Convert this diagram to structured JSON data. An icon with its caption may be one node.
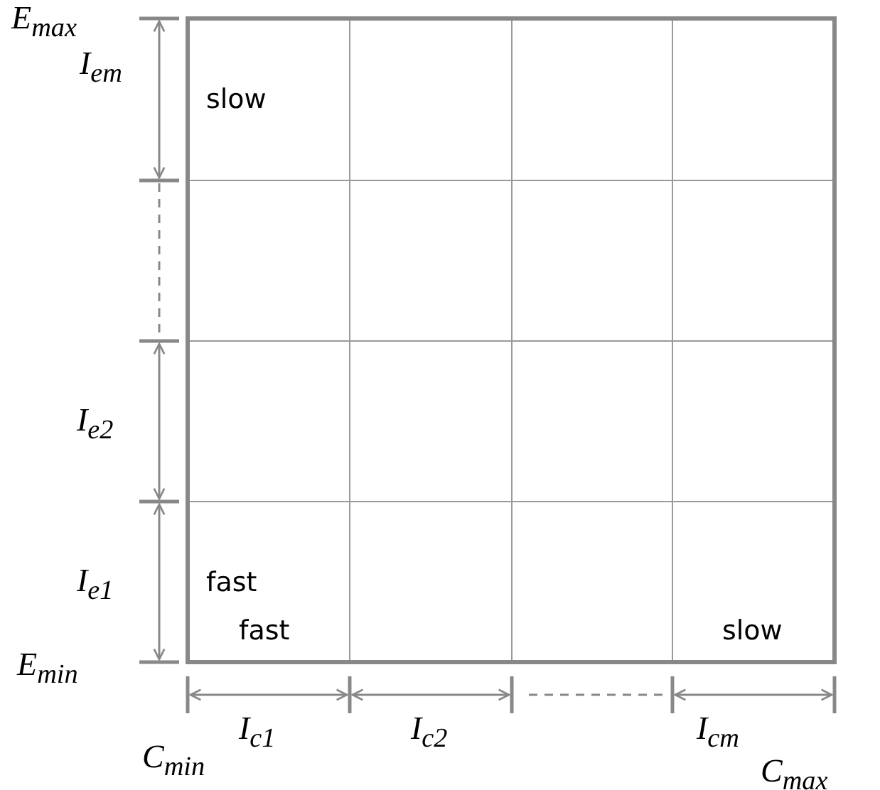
{
  "diagram": {
    "labels": [
      "E$_{max}$",
      "I$_{em}$",
      "slow",
      "I$_{e2}$",
      "I$_{e1}$",
      "fast",
      "E$_{min}$",
      "fast",
      "slow",
      "C$_{min}$",
      "I$_{c1}$",
      "I$_{c2}$",
      "I$_{cm}$",
      "C$_{max}$"
    ]
  }
}
